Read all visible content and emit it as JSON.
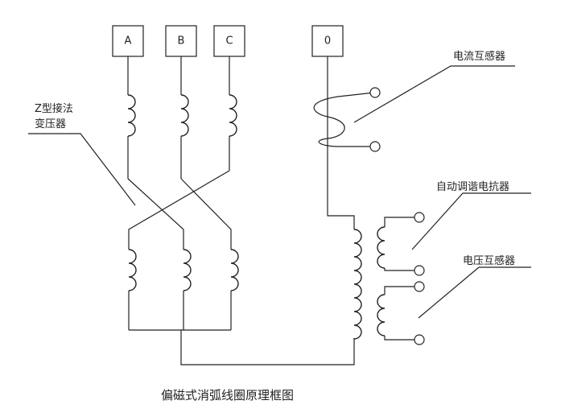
{
  "terminals": {
    "a": "A",
    "b": "B",
    "c": "C",
    "zero": "0"
  },
  "labels": {
    "transformer_line1": "Z型接法",
    "transformer_line2": "变压器",
    "current_transformer": "电流互感器",
    "reactor": "自动调谐电抗器",
    "voltage_transformer": "电压互感器"
  },
  "caption": "偏磁式消弧线圈原理框图"
}
